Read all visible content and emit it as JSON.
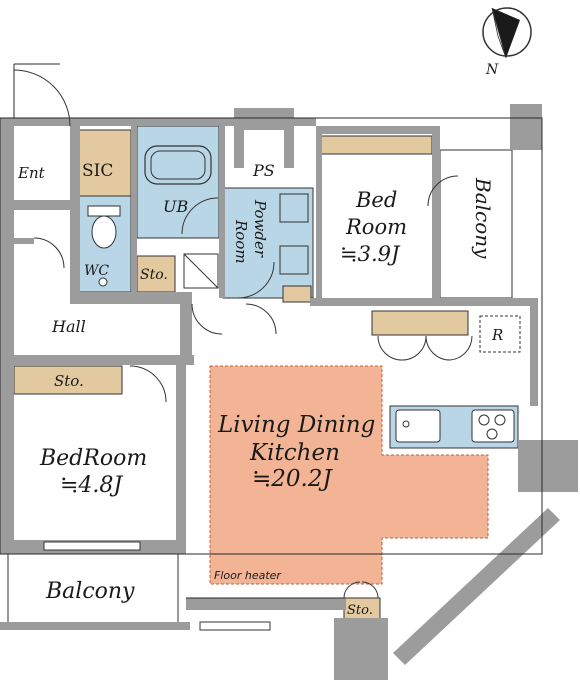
{
  "compass": {
    "label": "N",
    "icon": "north-arrow-icon"
  },
  "rooms": {
    "entrance": "Ent",
    "sic": "SIC",
    "ub": "UB",
    "ps": "PS",
    "powder_room_line1": "Powder",
    "powder_room_line2": "Room",
    "wc": "WC",
    "storage_hall": "Sto.",
    "hall": "Hall",
    "bedroom_north_line1": "Bed",
    "bedroom_north_line2": "Room",
    "bedroom_north_size": "≒3.9J",
    "balcony_east": "Balcony",
    "refrigerator": "R",
    "ldk_line1": "Living Dining",
    "ldk_line2": "Kitchen",
    "ldk_size": "≒20.2J",
    "floor_heater": "Floor heater",
    "storage_ldk": "Sto.",
    "storage_bedroom": "Sto.",
    "bedroom_west": "BedRoom",
    "bedroom_west_size": "≒4.8J",
    "balcony_west": "Balcony"
  },
  "colors": {
    "wall": "#9c9c9c",
    "wet_area": "#b9d6e6",
    "storage": "#e3c9a0",
    "floor_heater": "#f2b494",
    "stroke": "#2a2a2a"
  }
}
